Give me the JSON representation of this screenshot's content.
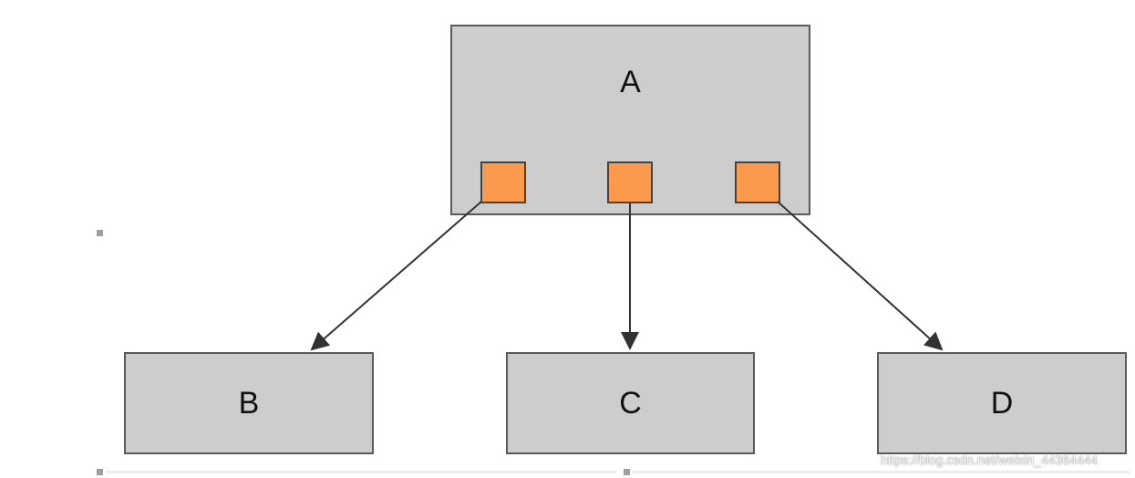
{
  "diagram": {
    "nodes": {
      "a": "A",
      "b": "B",
      "c": "C",
      "d": "D"
    },
    "colors": {
      "box_fill": "#cdcdcd",
      "box_border": "#5a5a5a",
      "port_fill": "#fb9a4c",
      "arrow": "#333333"
    }
  },
  "watermark": "https://blog.csdn.net/weixin_44364444"
}
